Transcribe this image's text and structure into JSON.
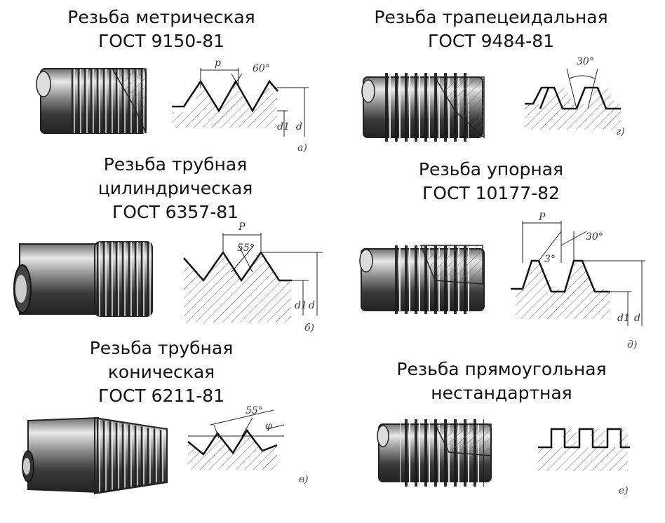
{
  "panels": [
    {
      "id": "metric",
      "title_lines": [
        "Резьба метрическая",
        "ГОСТ 9150-81"
      ],
      "figure_labels": {
        "pitch": "p",
        "angle": "60°",
        "d1": "d1",
        "d": "d"
      },
      "sublabel": "а)"
    },
    {
      "id": "trapezoidal",
      "title_lines": [
        "Резьба трапецеидальная",
        "ГОСТ 9484-81"
      ],
      "figure_labels": {
        "angle": "30°"
      },
      "sublabel": "г)"
    },
    {
      "id": "pipe-cylindrical",
      "title_lines": [
        "Резьба трубная",
        "цилиндрическая",
        "ГОСТ 6357-81"
      ],
      "figure_labels": {
        "pitch": "P",
        "angle": "55°",
        "d1": "d1",
        "d": "d"
      },
      "sublabel": "б)"
    },
    {
      "id": "buttress",
      "title_lines": [
        "Резьба упорная",
        "ГОСТ 10177-82"
      ],
      "figure_labels": {
        "pitch": "P",
        "angle": "30°",
        "angle_small": "3°",
        "d1": "d1",
        "d": "d"
      },
      "sublabel": "д)"
    },
    {
      "id": "pipe-conical",
      "title_lines": [
        "Резьба трубная",
        "коническая",
        "ГОСТ 6211-81"
      ],
      "figure_labels": {
        "angle": "55°",
        "phi": "φ"
      },
      "sublabel": "в)"
    },
    {
      "id": "rectangular",
      "title_lines": [
        "Резьба прямоугольная",
        "нестандартная"
      ],
      "figure_labels": {},
      "sublabel": "е)"
    }
  ]
}
